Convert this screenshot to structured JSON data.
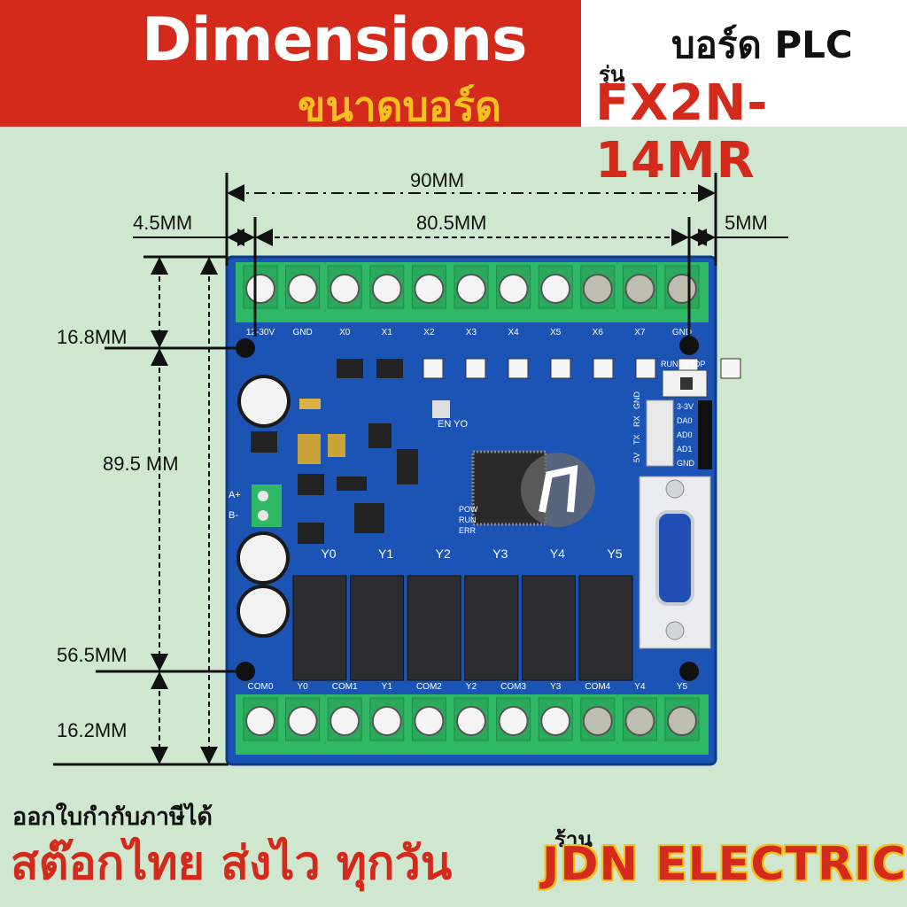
{
  "header": {
    "title_en": "Dimensions",
    "title_th": "ขนาดบอร์ด",
    "board_label": "บอร์ด PLC",
    "model_prefix": "รุ่น",
    "model": "FX2N-14MR"
  },
  "dimensions": {
    "width_total": "90MM",
    "width_inner": "80.5MM",
    "left_offset": "4.5MM",
    "right_offset": "5MM",
    "top_hole": "16.8MM",
    "hole_spacing": "89.5 MM",
    "lower_hole": "56.5MM",
    "bottom_hole": "16.2MM"
  },
  "board": {
    "top_terminals": [
      "12-30V",
      "GND",
      "X0",
      "X1",
      "X2",
      "X3",
      "X4",
      "X5",
      "X6",
      "X7",
      "GND"
    ],
    "bottom_terminals": [
      "COM0",
      "Y0",
      "COM1",
      "Y1",
      "COM2",
      "Y2",
      "COM3",
      "Y3",
      "COM4",
      "Y4",
      "Y5"
    ],
    "relay_labels": [
      "Y0",
      "Y1",
      "Y2",
      "Y3",
      "Y4",
      "Y5"
    ],
    "switch_labels": [
      "RUN",
      "STOP"
    ],
    "status_leds": [
      "POW",
      "RUN",
      "ERR"
    ],
    "analog_pins": [
      "3-3V",
      "DA0",
      "AD0",
      "AD1",
      "GND"
    ],
    "uart_pins": [
      "5V",
      "TX",
      "RX",
      "GND"
    ],
    "power_labels": [
      "A+",
      "B-"
    ],
    "brand": "EN YO",
    "colors": {
      "pcb": "#1c54b6",
      "terminal": "#2fb865",
      "relay": "#2b2d31"
    }
  },
  "footer": {
    "note": "ออกใบกำกับภาษีได้",
    "tagline": "สต๊อกไทย ส่งไว ทุกวัน",
    "shop_prefix": "ร้าน",
    "shop_name": "JDN ELECTRIC"
  }
}
